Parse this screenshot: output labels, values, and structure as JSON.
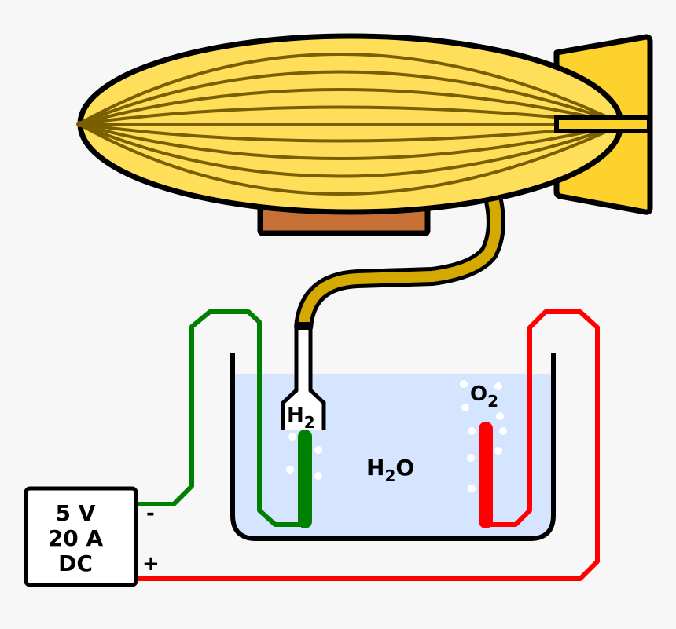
{
  "power_supply": {
    "line1": "5 V",
    "line2": "20 A",
    "line3": "DC",
    "negative_terminal": "-",
    "positive_terminal": "+"
  },
  "labels": {
    "h2_main": "H",
    "h2_sub": "2",
    "o2_main": "O",
    "o2_sub": "2",
    "water_h": "H",
    "water_sub": "2",
    "water_o": "O"
  },
  "colors": {
    "background": "#f7f7f7",
    "balloon": "#ffdf5a",
    "balloon_ribs": "#7a5f00",
    "fin": "#fdd22c",
    "gondola": "#c87137",
    "hose": "#d4aa00",
    "water": "#d5e5ff",
    "cathode_wire": "#008000",
    "anode_wire": "#ff0000",
    "outline": "#000000"
  }
}
